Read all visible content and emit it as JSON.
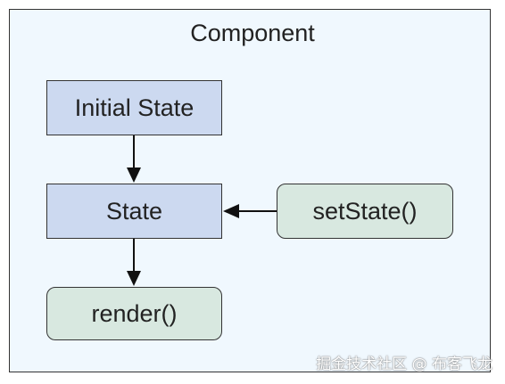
{
  "diagram": {
    "container_label": "Component",
    "nodes": {
      "initial_state": "Initial State",
      "state": "State",
      "render": "render()",
      "set_state": "setState()"
    },
    "edges": [
      {
        "from": "initial_state",
        "to": "state"
      },
      {
        "from": "state",
        "to": "render"
      },
      {
        "from": "set_state",
        "to": "state"
      }
    ]
  },
  "watermark": "掘金技术社区 @ 布客飞龙",
  "colors": {
    "container_bg": "#f0f8fe",
    "rect_node": "#ccd9f0",
    "rounded_node": "#d8e8e0",
    "stroke": "#333333"
  }
}
